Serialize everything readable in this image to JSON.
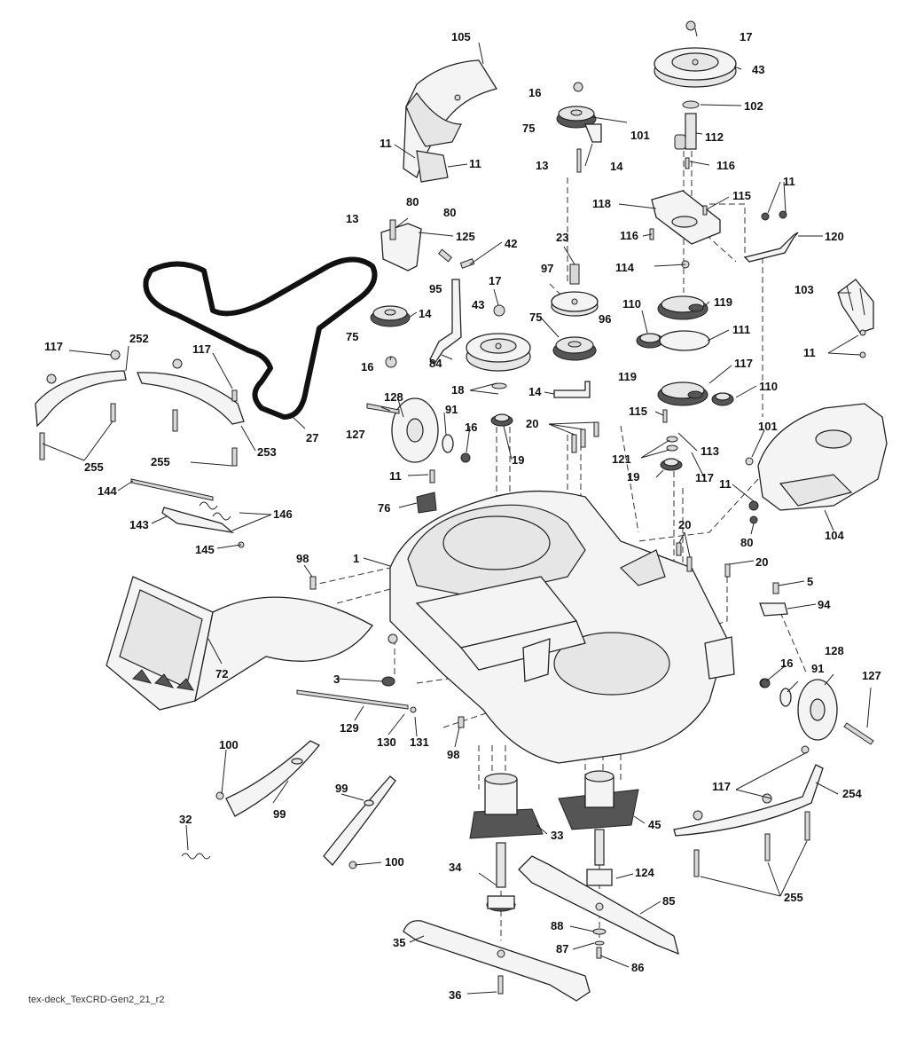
{
  "caption": "tex-deck_TexCRD-Gen2_21_r2",
  "callouts": [
    {
      "id": "105",
      "text": "105"
    },
    {
      "id": "11a",
      "text": "11"
    },
    {
      "id": "11b",
      "text": "11"
    },
    {
      "id": "80a",
      "text": "80"
    },
    {
      "id": "80b",
      "text": "80"
    },
    {
      "id": "16a",
      "text": "16"
    },
    {
      "id": "75a",
      "text": "75"
    },
    {
      "id": "13a",
      "text": "13"
    },
    {
      "id": "14a",
      "text": "14"
    },
    {
      "id": "17a",
      "text": "17"
    },
    {
      "id": "43a",
      "text": "43"
    },
    {
      "id": "102",
      "text": "102"
    },
    {
      "id": "101a",
      "text": "101"
    },
    {
      "id": "112",
      "text": "112"
    },
    {
      "id": "116a",
      "text": "116"
    },
    {
      "id": "115a",
      "text": "115"
    },
    {
      "id": "118",
      "text": "118"
    },
    {
      "id": "11c",
      "text": "11"
    },
    {
      "id": "116b",
      "text": "116"
    },
    {
      "id": "120",
      "text": "120"
    },
    {
      "id": "13b",
      "text": "13"
    },
    {
      "id": "125",
      "text": "125"
    },
    {
      "id": "42",
      "text": "42"
    },
    {
      "id": "23",
      "text": "23"
    },
    {
      "id": "114",
      "text": "114"
    },
    {
      "id": "95",
      "text": "95"
    },
    {
      "id": "97",
      "text": "97"
    },
    {
      "id": "17b",
      "text": "17"
    },
    {
      "id": "14b",
      "text": "14"
    },
    {
      "id": "103",
      "text": "103"
    },
    {
      "id": "119a",
      "text": "119"
    },
    {
      "id": "43b",
      "text": "43"
    },
    {
      "id": "96",
      "text": "96"
    },
    {
      "id": "110a",
      "text": "110"
    },
    {
      "id": "75b",
      "text": "75"
    },
    {
      "id": "75c",
      "text": "75"
    },
    {
      "id": "111",
      "text": "111"
    },
    {
      "id": "11d",
      "text": "11"
    },
    {
      "id": "84",
      "text": "84"
    },
    {
      "id": "16b",
      "text": "16"
    },
    {
      "id": "117a",
      "text": "117"
    },
    {
      "id": "252",
      "text": "252"
    },
    {
      "id": "117b",
      "text": "117"
    },
    {
      "id": "117c",
      "text": "117"
    },
    {
      "id": "119b",
      "text": "119"
    },
    {
      "id": "110b",
      "text": "110"
    },
    {
      "id": "18",
      "text": "18"
    },
    {
      "id": "14c",
      "text": "14"
    },
    {
      "id": "128a",
      "text": "128"
    },
    {
      "id": "115b",
      "text": "115"
    },
    {
      "id": "91a",
      "text": "91"
    },
    {
      "id": "101b",
      "text": "101"
    },
    {
      "id": "27",
      "text": "27"
    },
    {
      "id": "127a",
      "text": "127"
    },
    {
      "id": "20a",
      "text": "20"
    },
    {
      "id": "16c",
      "text": "16"
    },
    {
      "id": "253",
      "text": "253"
    },
    {
      "id": "113",
      "text": "113"
    },
    {
      "id": "255a",
      "text": "255"
    },
    {
      "id": "255b",
      "text": "255"
    },
    {
      "id": "19a",
      "text": "19"
    },
    {
      "id": "121",
      "text": "121"
    },
    {
      "id": "19b",
      "text": "19"
    },
    {
      "id": "117d",
      "text": "117"
    },
    {
      "id": "11e",
      "text": "11"
    },
    {
      "id": "11f",
      "text": "11"
    },
    {
      "id": "144",
      "text": "144"
    },
    {
      "id": "76",
      "text": "76"
    },
    {
      "id": "146",
      "text": "146"
    },
    {
      "id": "143",
      "text": "143"
    },
    {
      "id": "80c",
      "text": "80"
    },
    {
      "id": "104",
      "text": "104"
    },
    {
      "id": "145",
      "text": "145"
    },
    {
      "id": "20b",
      "text": "20"
    },
    {
      "id": "1",
      "text": "1"
    },
    {
      "id": "98a",
      "text": "98"
    },
    {
      "id": "20c",
      "text": "20"
    },
    {
      "id": "5",
      "text": "5"
    },
    {
      "id": "94",
      "text": "94"
    },
    {
      "id": "72",
      "text": "72"
    },
    {
      "id": "3",
      "text": "3"
    },
    {
      "id": "16d",
      "text": "16"
    },
    {
      "id": "91b",
      "text": "91"
    },
    {
      "id": "128b",
      "text": "128"
    },
    {
      "id": "127b",
      "text": "127"
    },
    {
      "id": "129",
      "text": "129"
    },
    {
      "id": "130",
      "text": "130"
    },
    {
      "id": "131",
      "text": "131"
    },
    {
      "id": "98b",
      "text": "98"
    },
    {
      "id": "100a",
      "text": "100"
    },
    {
      "id": "99a",
      "text": "99"
    },
    {
      "id": "99b",
      "text": "99"
    },
    {
      "id": "117e",
      "text": "117"
    },
    {
      "id": "254",
      "text": "254"
    },
    {
      "id": "33",
      "text": "33"
    },
    {
      "id": "45",
      "text": "45"
    },
    {
      "id": "32",
      "text": "32"
    },
    {
      "id": "100b",
      "text": "100"
    },
    {
      "id": "34",
      "text": "34"
    },
    {
      "id": "124",
      "text": "124"
    },
    {
      "id": "255c",
      "text": "255"
    },
    {
      "id": "85",
      "text": "85"
    },
    {
      "id": "88",
      "text": "88"
    },
    {
      "id": "87",
      "text": "87"
    },
    {
      "id": "86",
      "text": "86"
    },
    {
      "id": "35",
      "text": "35"
    },
    {
      "id": "36",
      "text": "36"
    }
  ]
}
